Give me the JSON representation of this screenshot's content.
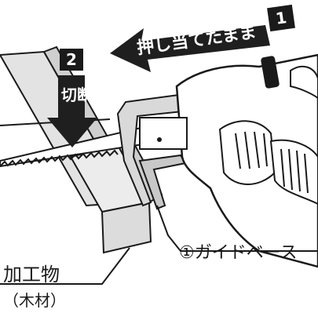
{
  "labels": {
    "step1": "1",
    "push_instruction": "押し当てたまま",
    "step2": "2",
    "cut": "切断",
    "guide_base": "①ガイドベース",
    "workpiece": "加工物",
    "wood": "（木材）"
  },
  "colors": {
    "ink": "#1a1a1a",
    "wood_top": "#e8e8e8",
    "wood_side": "#d4d4d4",
    "arrow": "#1f1f1f",
    "background": "#ffffff"
  },
  "icons": {
    "push_arrow": "left-arrow",
    "cut_arrow": "down-arrow"
  }
}
